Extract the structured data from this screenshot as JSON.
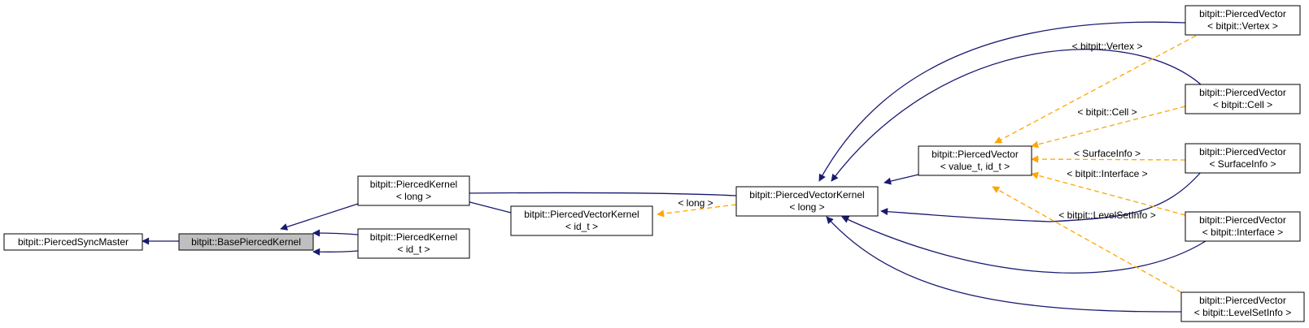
{
  "colors": {
    "inheritance_edge": "#191970",
    "template_edge": "#ffa500",
    "highlight_node": "#bfbfbf",
    "node_fill": "#ffffff",
    "node_border": "#000000"
  },
  "nodes": {
    "pierced_sync_master": {
      "lines": [
        "bitpit::PiercedSyncMaster"
      ]
    },
    "base_pierced_kernel": {
      "lines": [
        "bitpit::BasePiercedKernel"
      ],
      "highlighted": true
    },
    "pierced_kernel_long": {
      "lines": [
        "bitpit::PiercedKernel",
        "< long >"
      ]
    },
    "pierced_kernel_id_t": {
      "lines": [
        "bitpit::PiercedKernel",
        "< id_t >"
      ]
    },
    "pierced_vector_kernel_id_t": {
      "lines": [
        "bitpit::PiercedVectorKernel",
        "< id_t >"
      ]
    },
    "pierced_vector_kernel_long": {
      "lines": [
        "bitpit::PiercedVectorKernel",
        "< long >"
      ]
    },
    "pierced_vector": {
      "lines": [
        "bitpit::PiercedVector",
        "< value_t, id_t >"
      ]
    },
    "pv_vertex": {
      "lines": [
        "bitpit::PiercedVector",
        "< bitpit::Vertex >"
      ]
    },
    "pv_cell": {
      "lines": [
        "bitpit::PiercedVector",
        "< bitpit::Cell >"
      ]
    },
    "pv_surfaceinfo": {
      "lines": [
        "bitpit::PiercedVector",
        "< SurfaceInfo >"
      ]
    },
    "pv_interface": {
      "lines": [
        "bitpit::PiercedVector",
        "< bitpit::Interface >"
      ]
    },
    "pv_levelsetinfo": {
      "lines": [
        "bitpit::PiercedVector",
        "< bitpit::LevelSetInfo >"
      ]
    }
  },
  "edge_labels": {
    "long": "< long >",
    "vertex": "< bitpit::Vertex >",
    "cell": "< bitpit::Cell >",
    "surfaceinfo": "< SurfaceInfo >",
    "interface": "< bitpit::Interface >",
    "levelsetinfo": "< bitpit::LevelSetInfo >"
  }
}
